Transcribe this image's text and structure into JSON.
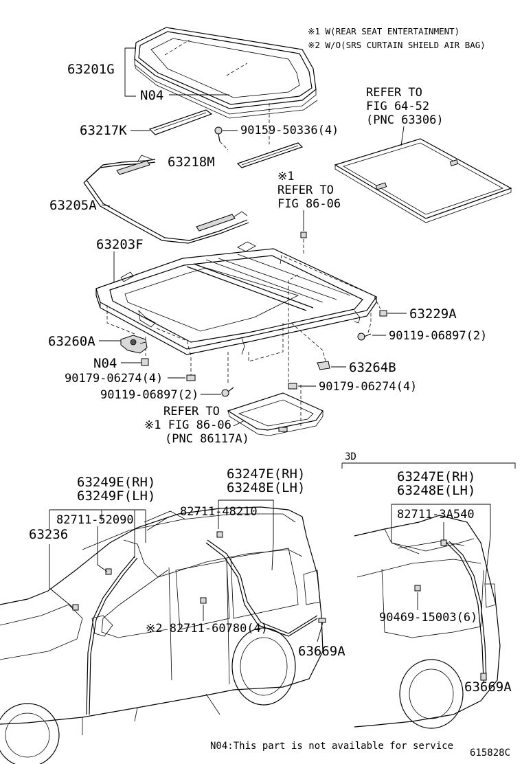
{
  "notes": {
    "note1": "※1 W(REAR SEAT ENTERTAINMENT)",
    "note2": "※2 W/O(SRS CURTAIN SHIELD AIR BAG)"
  },
  "refs": {
    "fig6452": [
      "REFER TO",
      "FIG 64-52",
      "(PNC 63306)"
    ],
    "fig8606_top": [
      "※1",
      "REFER TO",
      "FIG 86-06"
    ],
    "fig8606_bottom": [
      "REFER TO",
      "※1 FIG 86-06",
      "(PNC 86117A)"
    ]
  },
  "parts": {
    "p63201G": "63201G",
    "n04_glass": "N04",
    "p63217K": "63217K",
    "p9015950336": "90159-50336(4)",
    "p63218M": "63218M",
    "p63205A": "63205A",
    "p63203F": "63203F",
    "p63229A": "63229A",
    "p9011906897_r": "90119-06897(2)",
    "p63260A": "63260A",
    "n04_motor": "N04",
    "p9017906274_l": "90179-06274(4)",
    "p63264B": "63264B",
    "p9011906897_l": "90119-06897(2)",
    "p9017906274_r": "90179-06274(4)",
    "p63249E": "63249E(RH)",
    "p63249F": "63249F(LH)",
    "p8271152090": "82711-52090",
    "p63236": "63236",
    "p63247E_l": "63247E(RH)",
    "p63248E_l": "63248E(LH)",
    "p8271148210": "82711-48210",
    "p8271160780": "※2 82711-60780(4)",
    "p63669A_l": "63669A",
    "p63247E_r": "63247E(RH)",
    "p63248E_r": "63248E(LH)",
    "p827113A540": "82711-3A540",
    "p9046915003": "90469-15003(6)",
    "p63669A_r": "63669A"
  },
  "section_3d": "3D",
  "footer": {
    "n04_note": "N04:This part is not available for service",
    "diagram_id": "615828C"
  }
}
